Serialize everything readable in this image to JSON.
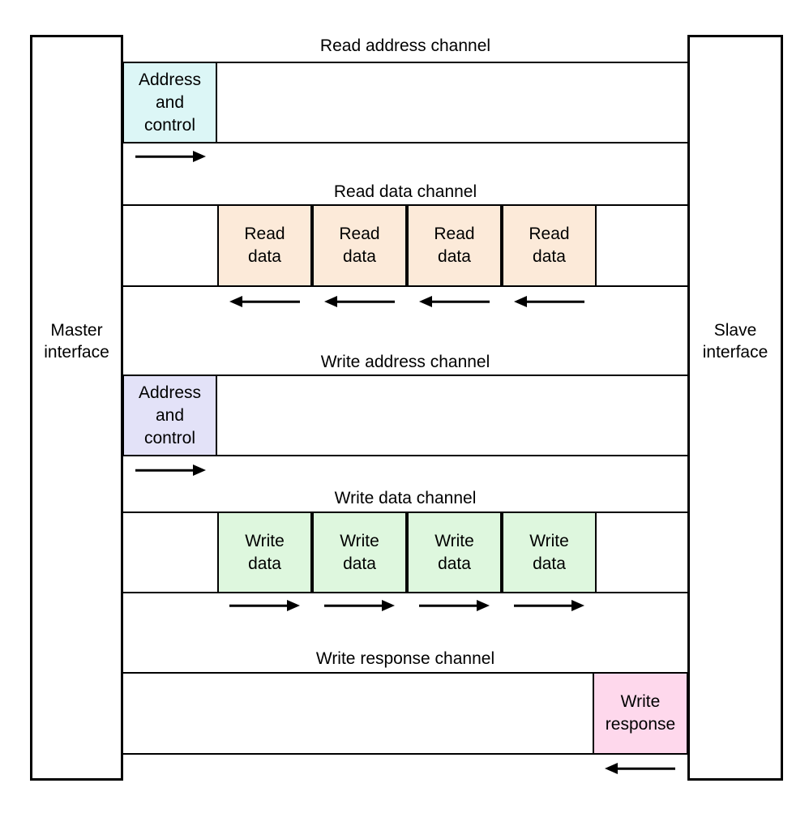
{
  "interfaces": {
    "master": "Master\ninterface",
    "slave": "Slave\ninterface"
  },
  "channels": {
    "read_address": {
      "title": "Read address channel",
      "box": "Address\nand\ncontrol",
      "direction": "master-to-slave"
    },
    "read_data": {
      "title": "Read data channel",
      "boxes": [
        "Read\ndata",
        "Read\ndata",
        "Read\ndata",
        "Read\ndata"
      ],
      "direction": "slave-to-master"
    },
    "write_address": {
      "title": "Write address channel",
      "box": "Address\nand\ncontrol",
      "direction": "master-to-slave"
    },
    "write_data": {
      "title": "Write data channel",
      "boxes": [
        "Write\ndata",
        "Write\ndata",
        "Write\ndata",
        "Write\ndata"
      ],
      "direction": "master-to-slave"
    },
    "write_response": {
      "title": "Write response channel",
      "box": "Write\nresponse",
      "direction": "slave-to-master"
    }
  },
  "colors": {
    "read_address_box": "#dcf6f6",
    "read_data_box": "#fcead9",
    "write_address_box": "#e3e2f8",
    "write_data_box": "#def7de",
    "write_response_box": "#fed8ec",
    "line": "#000000",
    "background": "#ffffff"
  }
}
